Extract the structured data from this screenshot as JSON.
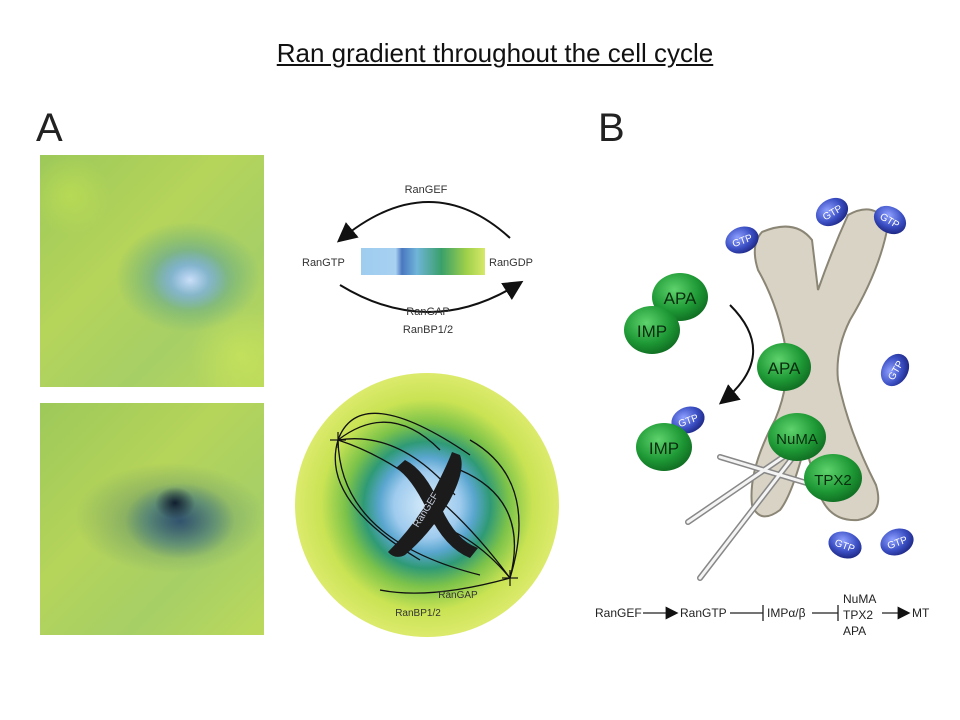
{
  "title": "Ran gradient throughout the cell cycle",
  "panel_a": {
    "letter": "A",
    "cycle": {
      "top_enzyme": "RanGEF",
      "left_state": "RanGTP",
      "right_state": "RanGDP",
      "bottom_enzyme_1": "RanGAP",
      "bottom_enzyme_2": "RanBP1/2"
    },
    "cell": {
      "chromosome_label": "RanGEF",
      "outer_label_1": "RanGAP",
      "outer_label_2": "RanBP1/2"
    }
  },
  "panel_b": {
    "letter": "B",
    "gtp_label": "GTP",
    "proteins": {
      "apa": "APA",
      "imp": "IMP",
      "numa": "NuMA",
      "tpx2": "TPX2"
    },
    "pathway": {
      "step1": "RanGEF",
      "step2": "RanGTP",
      "step3": "IMPα/β",
      "targets": [
        "NuMA",
        "TPX2",
        "APA"
      ],
      "output": "MT"
    }
  },
  "colors": {
    "gtp_blue": "#3b4fc4",
    "protein_green": "#1f9a36",
    "gradient_blue": "#8fc5ee",
    "gradient_yellow": "#d8e85a"
  }
}
